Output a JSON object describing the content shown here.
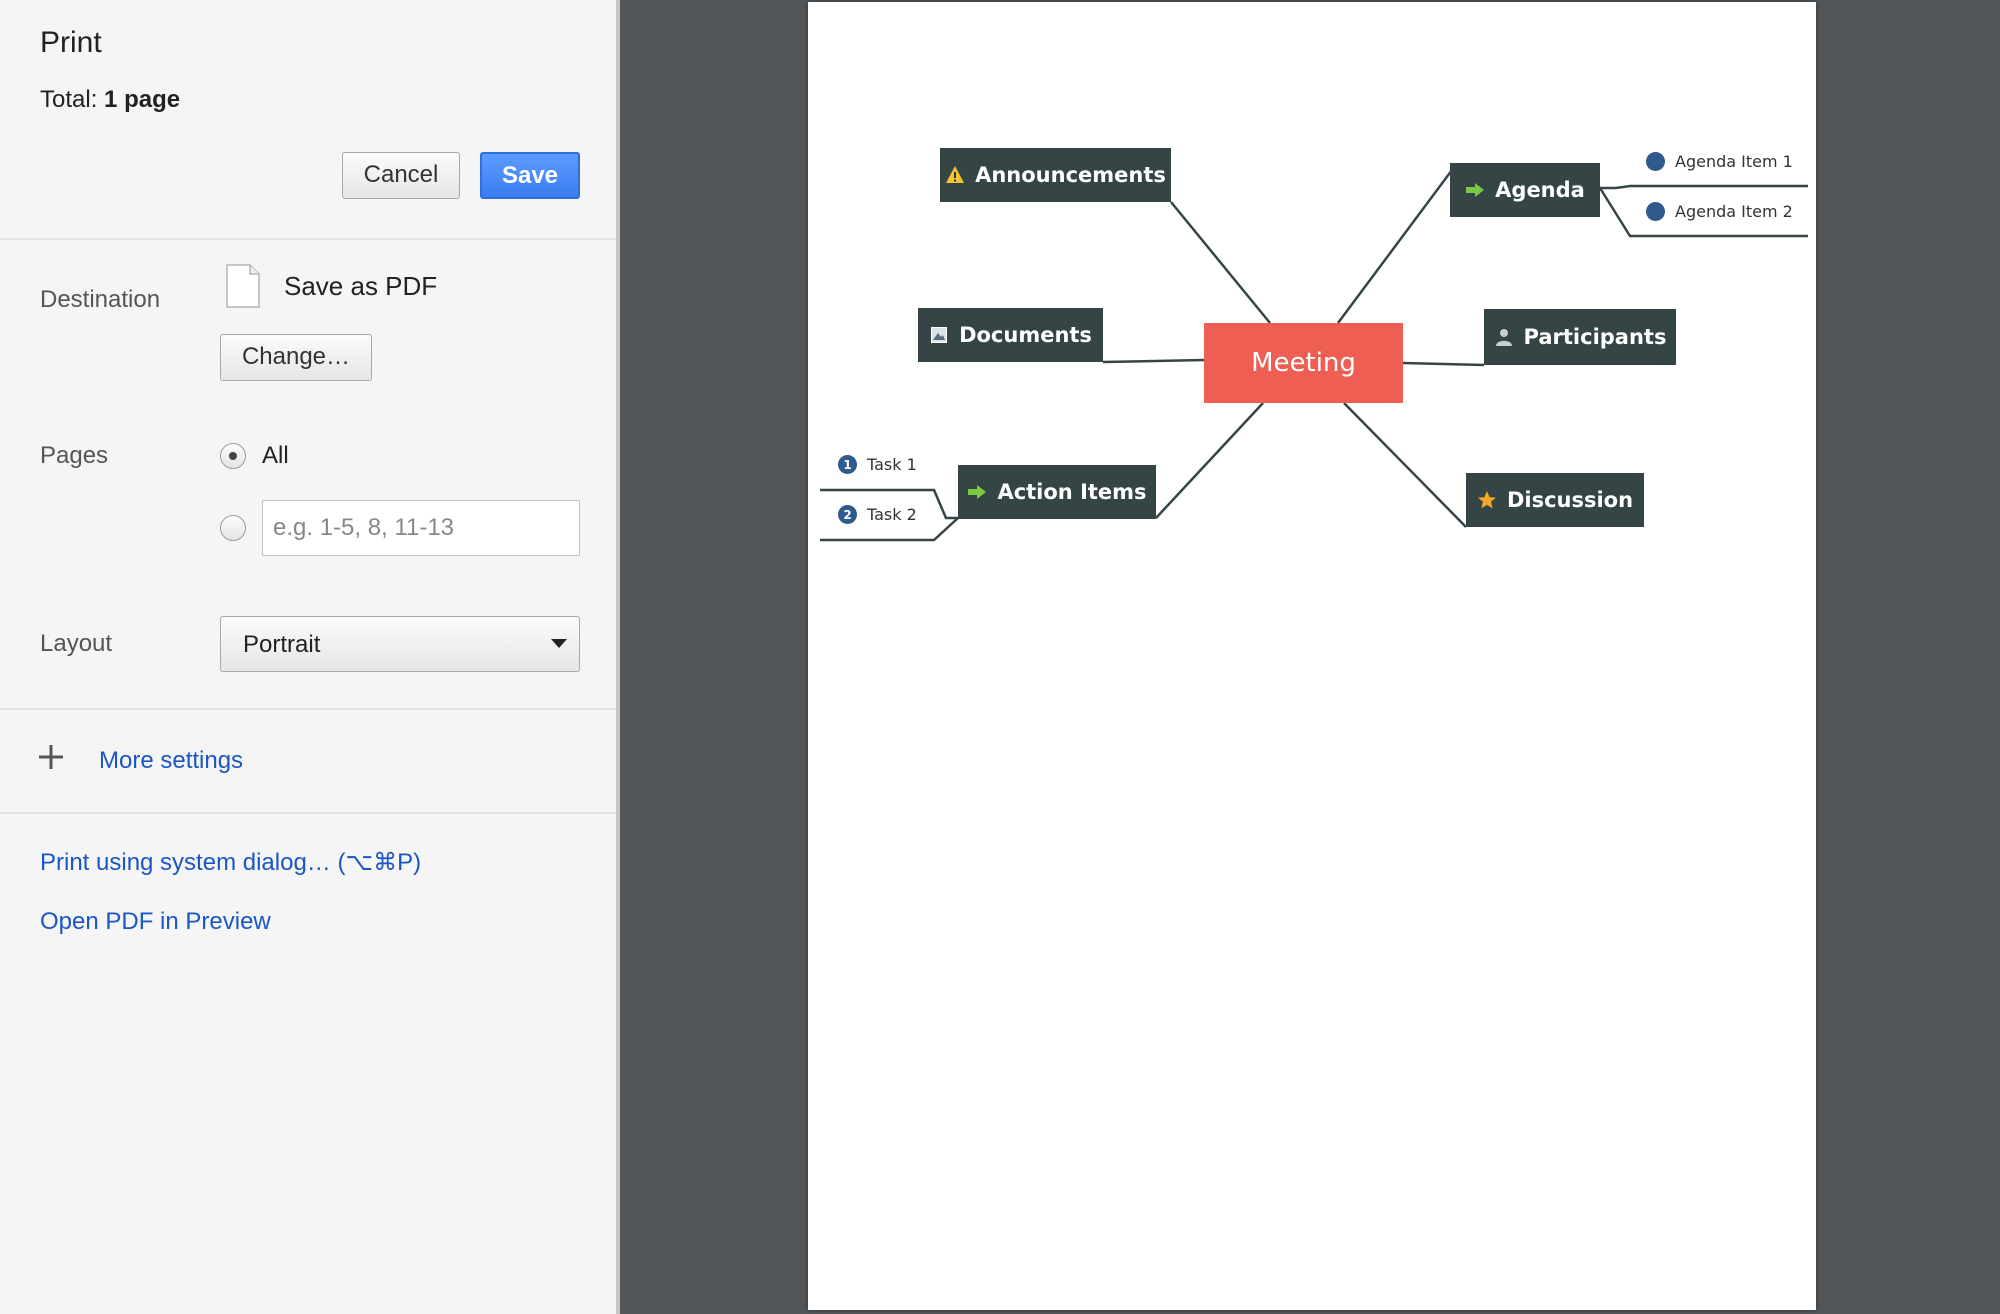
{
  "header": {
    "title": "Print",
    "total_label": "Total:",
    "total_value": "1 page"
  },
  "actions": {
    "cancel_label": "Cancel",
    "save_label": "Save"
  },
  "destination": {
    "label": "Destination",
    "name": "Save as PDF",
    "change_label": "Change…"
  },
  "pages": {
    "label": "Pages",
    "all_label": "All",
    "range_placeholder": "e.g. 1-5, 8, 11-13",
    "range_value": "",
    "selected": "all"
  },
  "layout": {
    "label": "Layout",
    "selected": "Portrait"
  },
  "more_settings_label": "More settings",
  "links": {
    "system_dialog": "Print using system dialog… (⌥⌘P)",
    "open_preview": "Open PDF in Preview"
  },
  "mindmap": {
    "center": "Meeting",
    "nodes": {
      "announcements": "Announcements",
      "agenda": "Agenda",
      "documents": "Documents",
      "participants": "Participants",
      "action_items": "Action Items",
      "discussion": "Discussion"
    },
    "agenda_items": [
      "Agenda Item 1",
      "Agenda Item 2"
    ],
    "tasks": [
      "Task 1",
      "Task 2"
    ],
    "task_numbers": [
      "1",
      "2"
    ]
  },
  "colors": {
    "accent_blue": "#3b7df0",
    "link_blue": "#1a56c4",
    "node_dark": "#354545",
    "center_node": "#ee5e52",
    "bullet_blue": "#2e5a8e",
    "preview_bg": "#525659",
    "panel_bg": "#f5f5f5"
  },
  "icons": {
    "announcements": "warning-icon",
    "agenda": "arrow-right-icon",
    "documents": "image-icon",
    "participants": "person-icon",
    "action_items": "arrow-right-icon",
    "discussion": "star-icon"
  }
}
